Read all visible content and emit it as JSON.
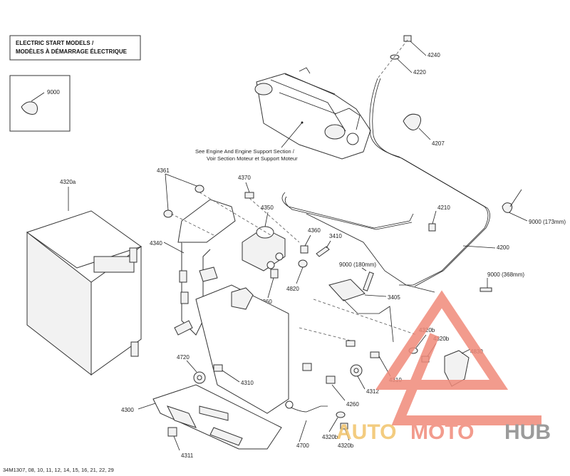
{
  "header": {
    "line1": "ELECTRIC START MODELS /",
    "line2": "MODÈLES À DÉMARRAGE ÉLECTRIQUE"
  },
  "note": {
    "line1": "See Engine And Engine Support Section /",
    "line2": "Voir Section Moteur et Support Moteur"
  },
  "callouts": {
    "p9000_inset": "9000",
    "p4240": "4240",
    "p4220": "4220",
    "p4207": "4207",
    "p4361": "4361",
    "p4370": "4370",
    "p4320a": "4320a",
    "p4350": "4350",
    "p4210": "4210",
    "p9000_173": "9000 (173mm)",
    "p4360_top": "4360",
    "p3410": "3410",
    "p4340": "4340",
    "p4200": "4200",
    "p9000_180": "9000 (180mm)",
    "p4820": "4820",
    "p4360_low": "4360",
    "p9000_368": "9000 (368mm)",
    "p3405": "3405",
    "p4320b_a": "4320b",
    "p4320b_b": "4320b",
    "p4830": "4830",
    "p4720": "4720",
    "p4310_left": "4310",
    "p4310_right": "4310",
    "p4312": "4312",
    "p4260": "4260",
    "p4300": "4300",
    "p4700": "4700",
    "p4320b_c": "4320b",
    "p4320b_d": "4320b",
    "p4311": "4311"
  },
  "footer": {
    "code": "34M1307, 08, 10, 11, 12, 14, 15, 16, 21, 22, 29"
  },
  "watermark": {
    "text_a": "AUTO",
    "text_b": "MOTO",
    "text_c": "HUB",
    "color_a": "#f2c46a",
    "color_b": "#f08a7a",
    "color_c": "#8a8a8a"
  }
}
